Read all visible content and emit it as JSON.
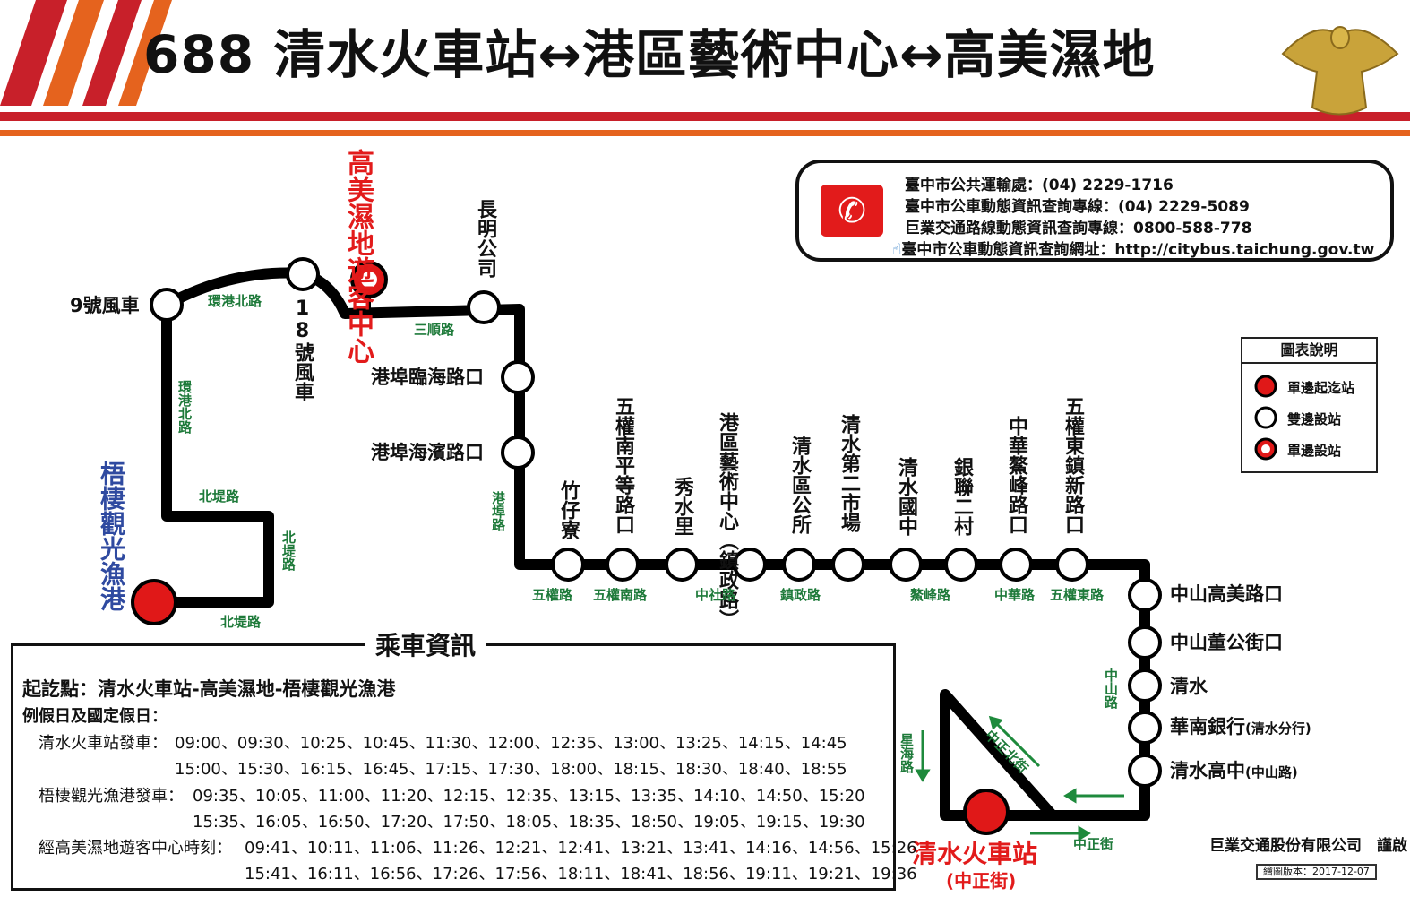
{
  "header": {
    "title": "688 清水火車站↔港區藝術中心↔高美濕地",
    "logo_icon": "eagle-emblem-icon",
    "colors": {
      "stripe_red": "#c8202a",
      "stripe_orange": "#e5631e"
    }
  },
  "contact": {
    "icon": "phone-icon",
    "lines": [
      "臺中市公共運輸處：(04) 2229-1716",
      "臺中市公車動態資訊查詢專線：(04) 2229-5089",
      "巨業交通路線動態資訊查詢專線：0800-588-778",
      "臺中市公車動態資訊查詢網址：http://citybus.taichung.gov.tw"
    ]
  },
  "legend": {
    "title": "圖表說明",
    "items": [
      "單邊起迄站",
      "雙邊設站",
      "單邊設站"
    ]
  },
  "stops": {
    "wuqi": "梧棲觀光漁港",
    "windmill9": "9號風車",
    "windmill18": "18號風車",
    "gaomei": "高美濕地遊客中心",
    "changming": "長明公司",
    "linhai": "港埠臨海路口",
    "haibin": "港埠海濱路口",
    "zhuzailiao": "竹仔寮",
    "wuquan_nanping": "五權南平等路口",
    "xiushui": "秀水里",
    "art_center": "港區藝術中心（鎮政路）",
    "district_office": "清水區公所",
    "market2": "清水第二市場",
    "junior_high": "清水國中",
    "yinlian": "銀聯二村",
    "zhonghua_aofeng": "中華鰲峰路口",
    "wuquan_dong": "五權東鎮新路口",
    "gaomei_rd": "中山高美路口",
    "donggong": "中山董公街口",
    "qingshui": "清水",
    "huanan_bank": "華南銀行",
    "huanan_sub": "(清水分行)",
    "senior_high": "清水高中",
    "senior_high_sub": "(中山路)",
    "station": "清水火車站",
    "station_sub": "(中正街)"
  },
  "roads": {
    "huangang_n_h": "環港北路",
    "huangang_n_v": "環港北路",
    "beiti_top": "北堤路",
    "beiti_v": "北堤路",
    "beiti_bottom": "北堤路",
    "sanshun": "三順路",
    "gangbu": "港埠路",
    "wuquan": "五權路",
    "wuquan_nan": "五權南路",
    "zhongshe": "中社路",
    "zhenzheng": "鎮政路",
    "aofeng": "鰲峰路",
    "zhonghua": "中華路",
    "wuquan_dong": "五權東路",
    "zhongshan": "中山路",
    "xinghai": "星海路",
    "zhongzheng_n": "中正北街",
    "zhongzheng": "中正街"
  },
  "info": {
    "title": "乘車資訊",
    "endpoints": "起訖點：清水火車站-高美濕地-梧棲觀光漁港",
    "holiday": "例假日及國定假日：",
    "dep1_label": "清水火車站發車：",
    "dep1_row1": "09:00、09:30、10:25、10:45、11:30、12:00、12:35、13:00、13:25、14:15、14:45",
    "dep1_row2": "15:00、15:30、16:15、16:45、17:15、17:30、18:00、18:15、18:30、18:40、18:55",
    "dep2_label": "梧棲觀光漁港發車：",
    "dep2_row1": "09:35、10:05、11:00、11:20、12:15、12:35、13:15、13:35、14:10、14:50、15:20",
    "dep2_row2": "15:35、16:05、16:50、17:20、17:50、18:05、18:35、18:50、19:05、19:15、19:30",
    "dep3_label": "經高美濕地遊客中心時刻：",
    "dep3_row1": "09:41、10:11、11:06、11:26、12:21、12:41、13:21、13:41、14:16、14:56、15:26",
    "dep3_row2": "15:41、16:11、16:56、17:26、17:56、18:11、18:41、18:56、19:11、19:21、19:36"
  },
  "footer": {
    "company": "巨業交通股份有限公司　謹啟",
    "version": "繪圖版本：2017-12-07"
  }
}
